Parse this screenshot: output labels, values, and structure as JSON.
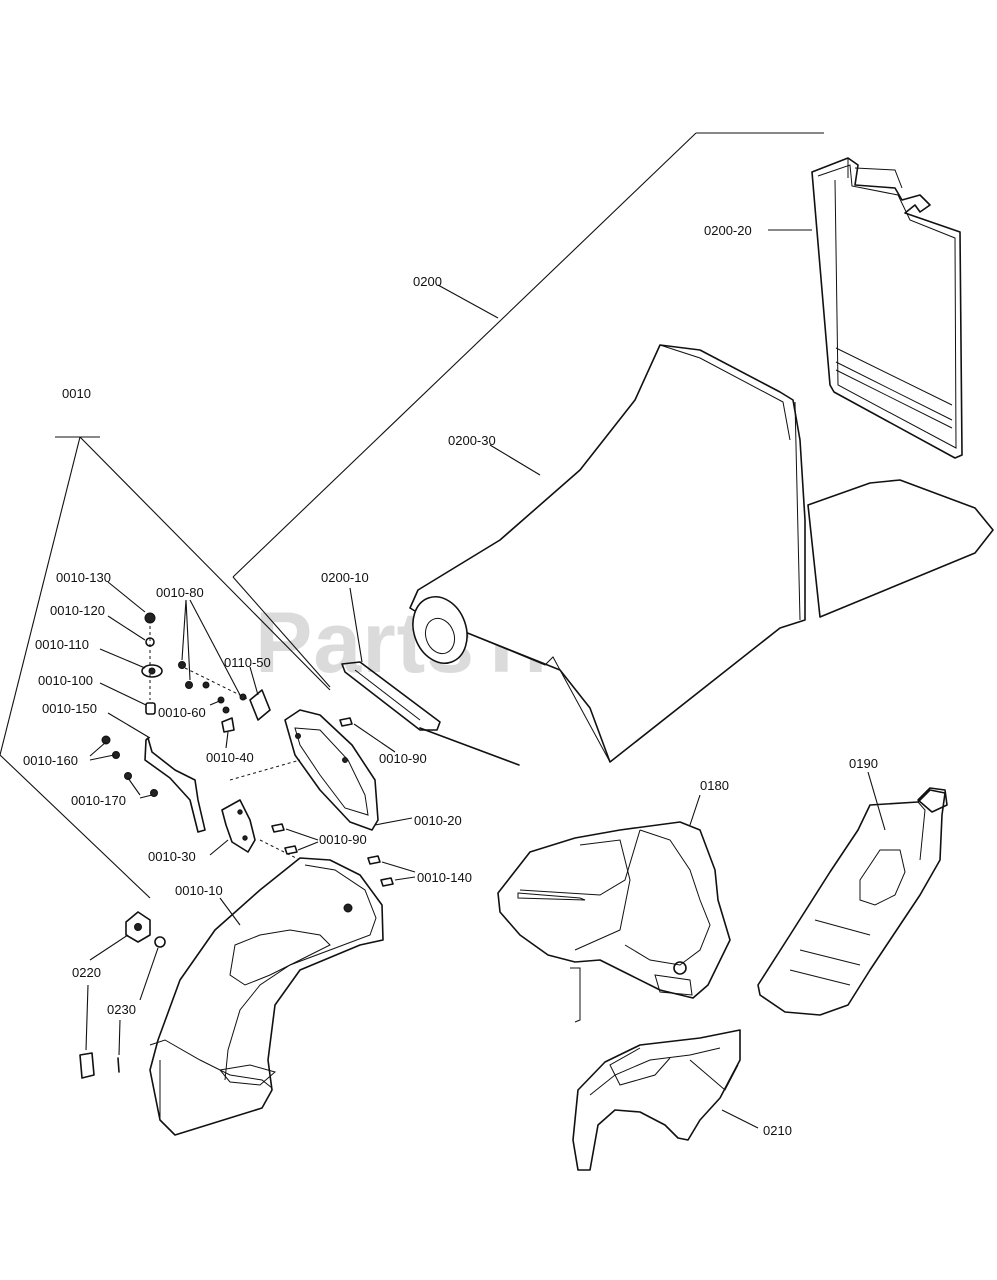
{
  "watermark": {
    "text": "PartsTree",
    "trademark": "TM"
  },
  "callouts": [
    {
      "id": "0200",
      "text": "0200"
    },
    {
      "id": "0200-20",
      "text": "0200-20"
    },
    {
      "id": "0200-30",
      "text": "0200-30"
    },
    {
      "id": "0200-10",
      "text": "0200-10"
    },
    {
      "id": "0010",
      "text": "0010"
    },
    {
      "id": "0010-130",
      "text": "0010-130"
    },
    {
      "id": "0010-120",
      "text": "0010-120"
    },
    {
      "id": "0010-110",
      "text": "0010-110"
    },
    {
      "id": "0010-100",
      "text": "0010-100"
    },
    {
      "id": "0010-150",
      "text": "0010-150"
    },
    {
      "id": "0010-160",
      "text": "0010-160"
    },
    {
      "id": "0010-170",
      "text": "0010-170"
    },
    {
      "id": "0010-80",
      "text": "0010-80"
    },
    {
      "id": "0110-50",
      "text": "0110-50"
    },
    {
      "id": "0010-60",
      "text": "0010-60"
    },
    {
      "id": "0010-40",
      "text": "0010-40"
    },
    {
      "id": "0010-90a",
      "text": "0010-90"
    },
    {
      "id": "0010-20",
      "text": "0010-20"
    },
    {
      "id": "0010-90b",
      "text": "0010-90"
    },
    {
      "id": "0010-30",
      "text": "0010-30"
    },
    {
      "id": "0010-140",
      "text": "0010-140"
    },
    {
      "id": "0010-10",
      "text": "0010-10"
    },
    {
      "id": "0220",
      "text": "0220"
    },
    {
      "id": "0230",
      "text": "0230"
    },
    {
      "id": "0180",
      "text": "0180"
    },
    {
      "id": "0190",
      "text": "0190"
    },
    {
      "id": "0210",
      "text": "0210"
    }
  ]
}
